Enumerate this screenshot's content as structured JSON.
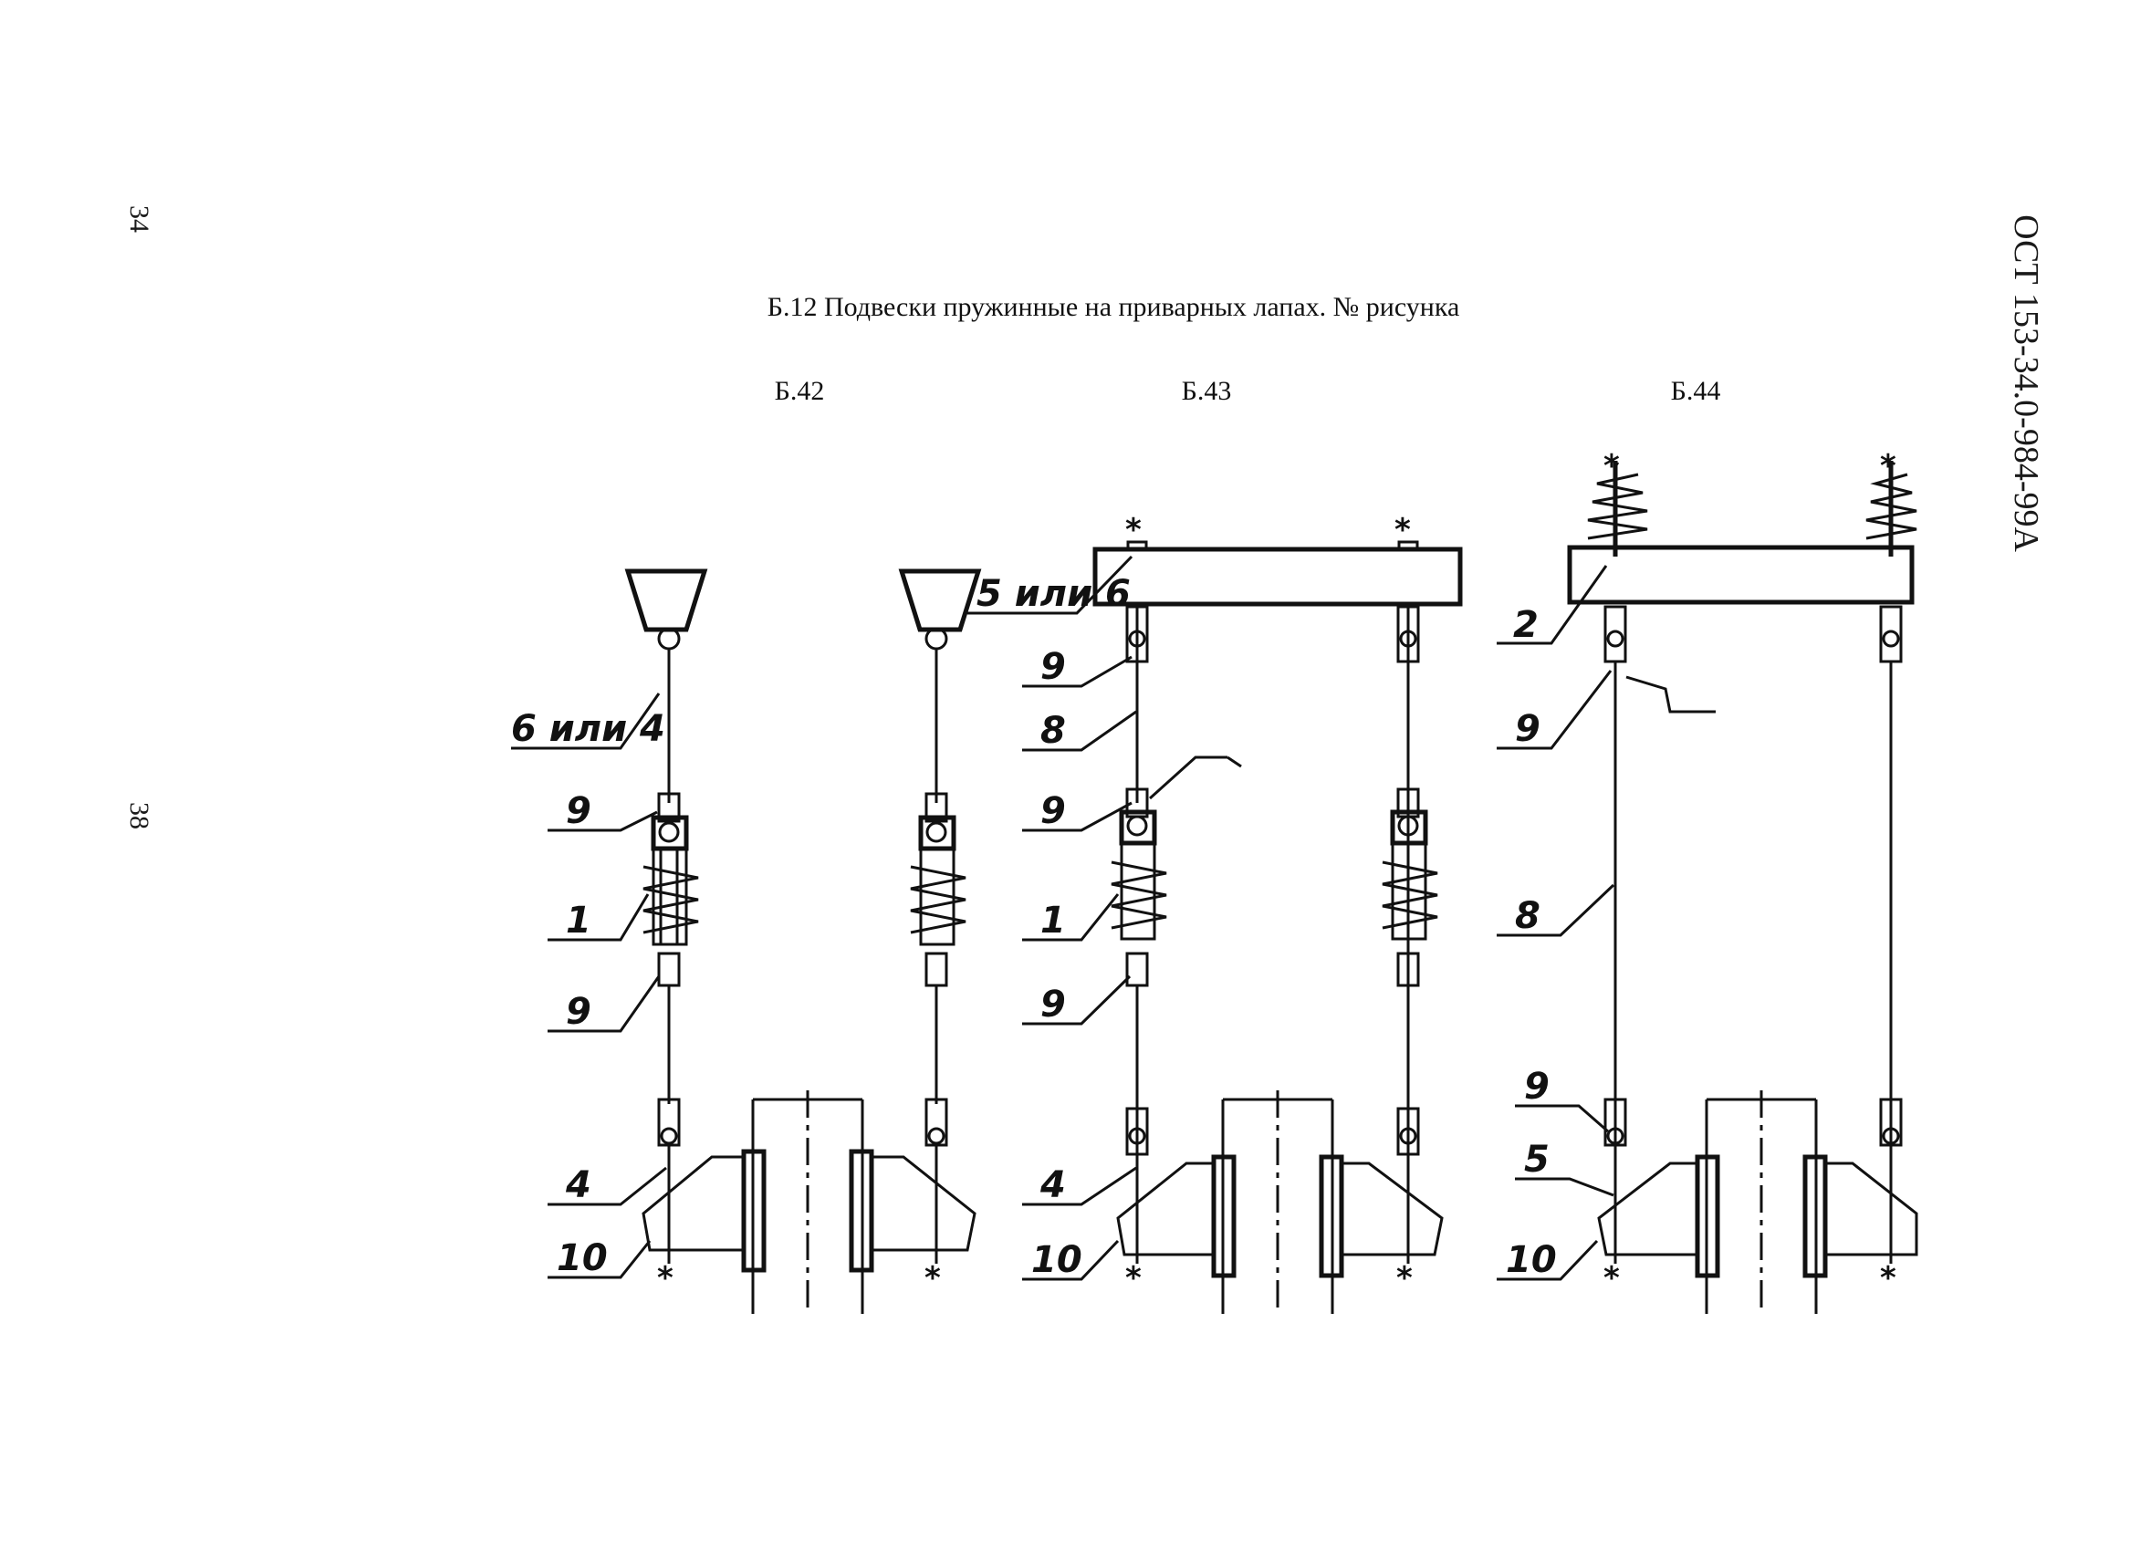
{
  "header": {
    "standard_code": "ОСТ 153-34.0-984-99А",
    "page_number_top": "34",
    "page_number_bottom": "38"
  },
  "caption": "Б.12 Подвески пружинные на приварных лапах.  № рисунка",
  "figures": [
    {
      "number": "Б.42",
      "labels": [
        "6 или 4",
        "9",
        "1",
        "9",
        "4",
        "10"
      ]
    },
    {
      "number": "Б.43",
      "labels": [
        "5 или 6",
        "9",
        "8",
        "9",
        "1",
        "9",
        "4",
        "10"
      ]
    },
    {
      "number": "Б.44",
      "labels": [
        "2",
        "9",
        "8",
        "9",
        "5",
        "10"
      ]
    }
  ]
}
